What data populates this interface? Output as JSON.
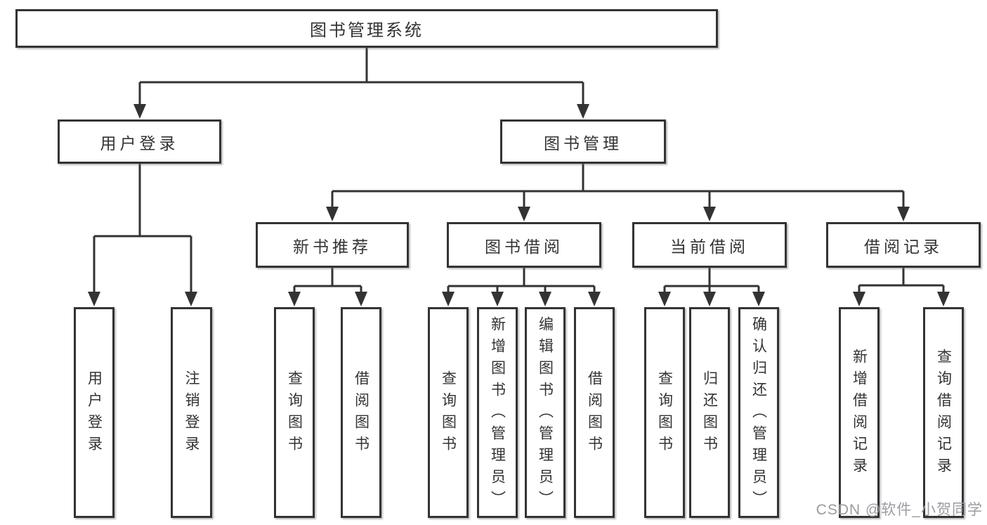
{
  "diagram": {
    "title": "图书管理系统",
    "level2": [
      {
        "label": "用户登录"
      },
      {
        "label": "图书管理"
      }
    ],
    "level3": [
      {
        "label": "新书推荐"
      },
      {
        "label": "图书借阅"
      },
      {
        "label": "当前借阅"
      },
      {
        "label": "借阅记录"
      }
    ],
    "leaves": {
      "user": [
        "用户登录",
        "注销登录"
      ],
      "recommend": [
        "查询图书",
        "借阅图书"
      ],
      "borrow": [
        "查询图书",
        "新增图书（管理员）",
        "编辑图书（管理员）",
        "借阅图书"
      ],
      "current": [
        "查询图书",
        "归还图书",
        "确认归还（管理员）"
      ],
      "records": [
        "新增借阅记录",
        "查询借阅记录"
      ]
    }
  },
  "watermark": {
    "text": "CSDN @软件_小贺同学"
  },
  "colors": {
    "line": "#333333",
    "text": "#333333",
    "box_border": "#333333",
    "background": "#ffffff",
    "watermark": "#9b9ba3"
  }
}
